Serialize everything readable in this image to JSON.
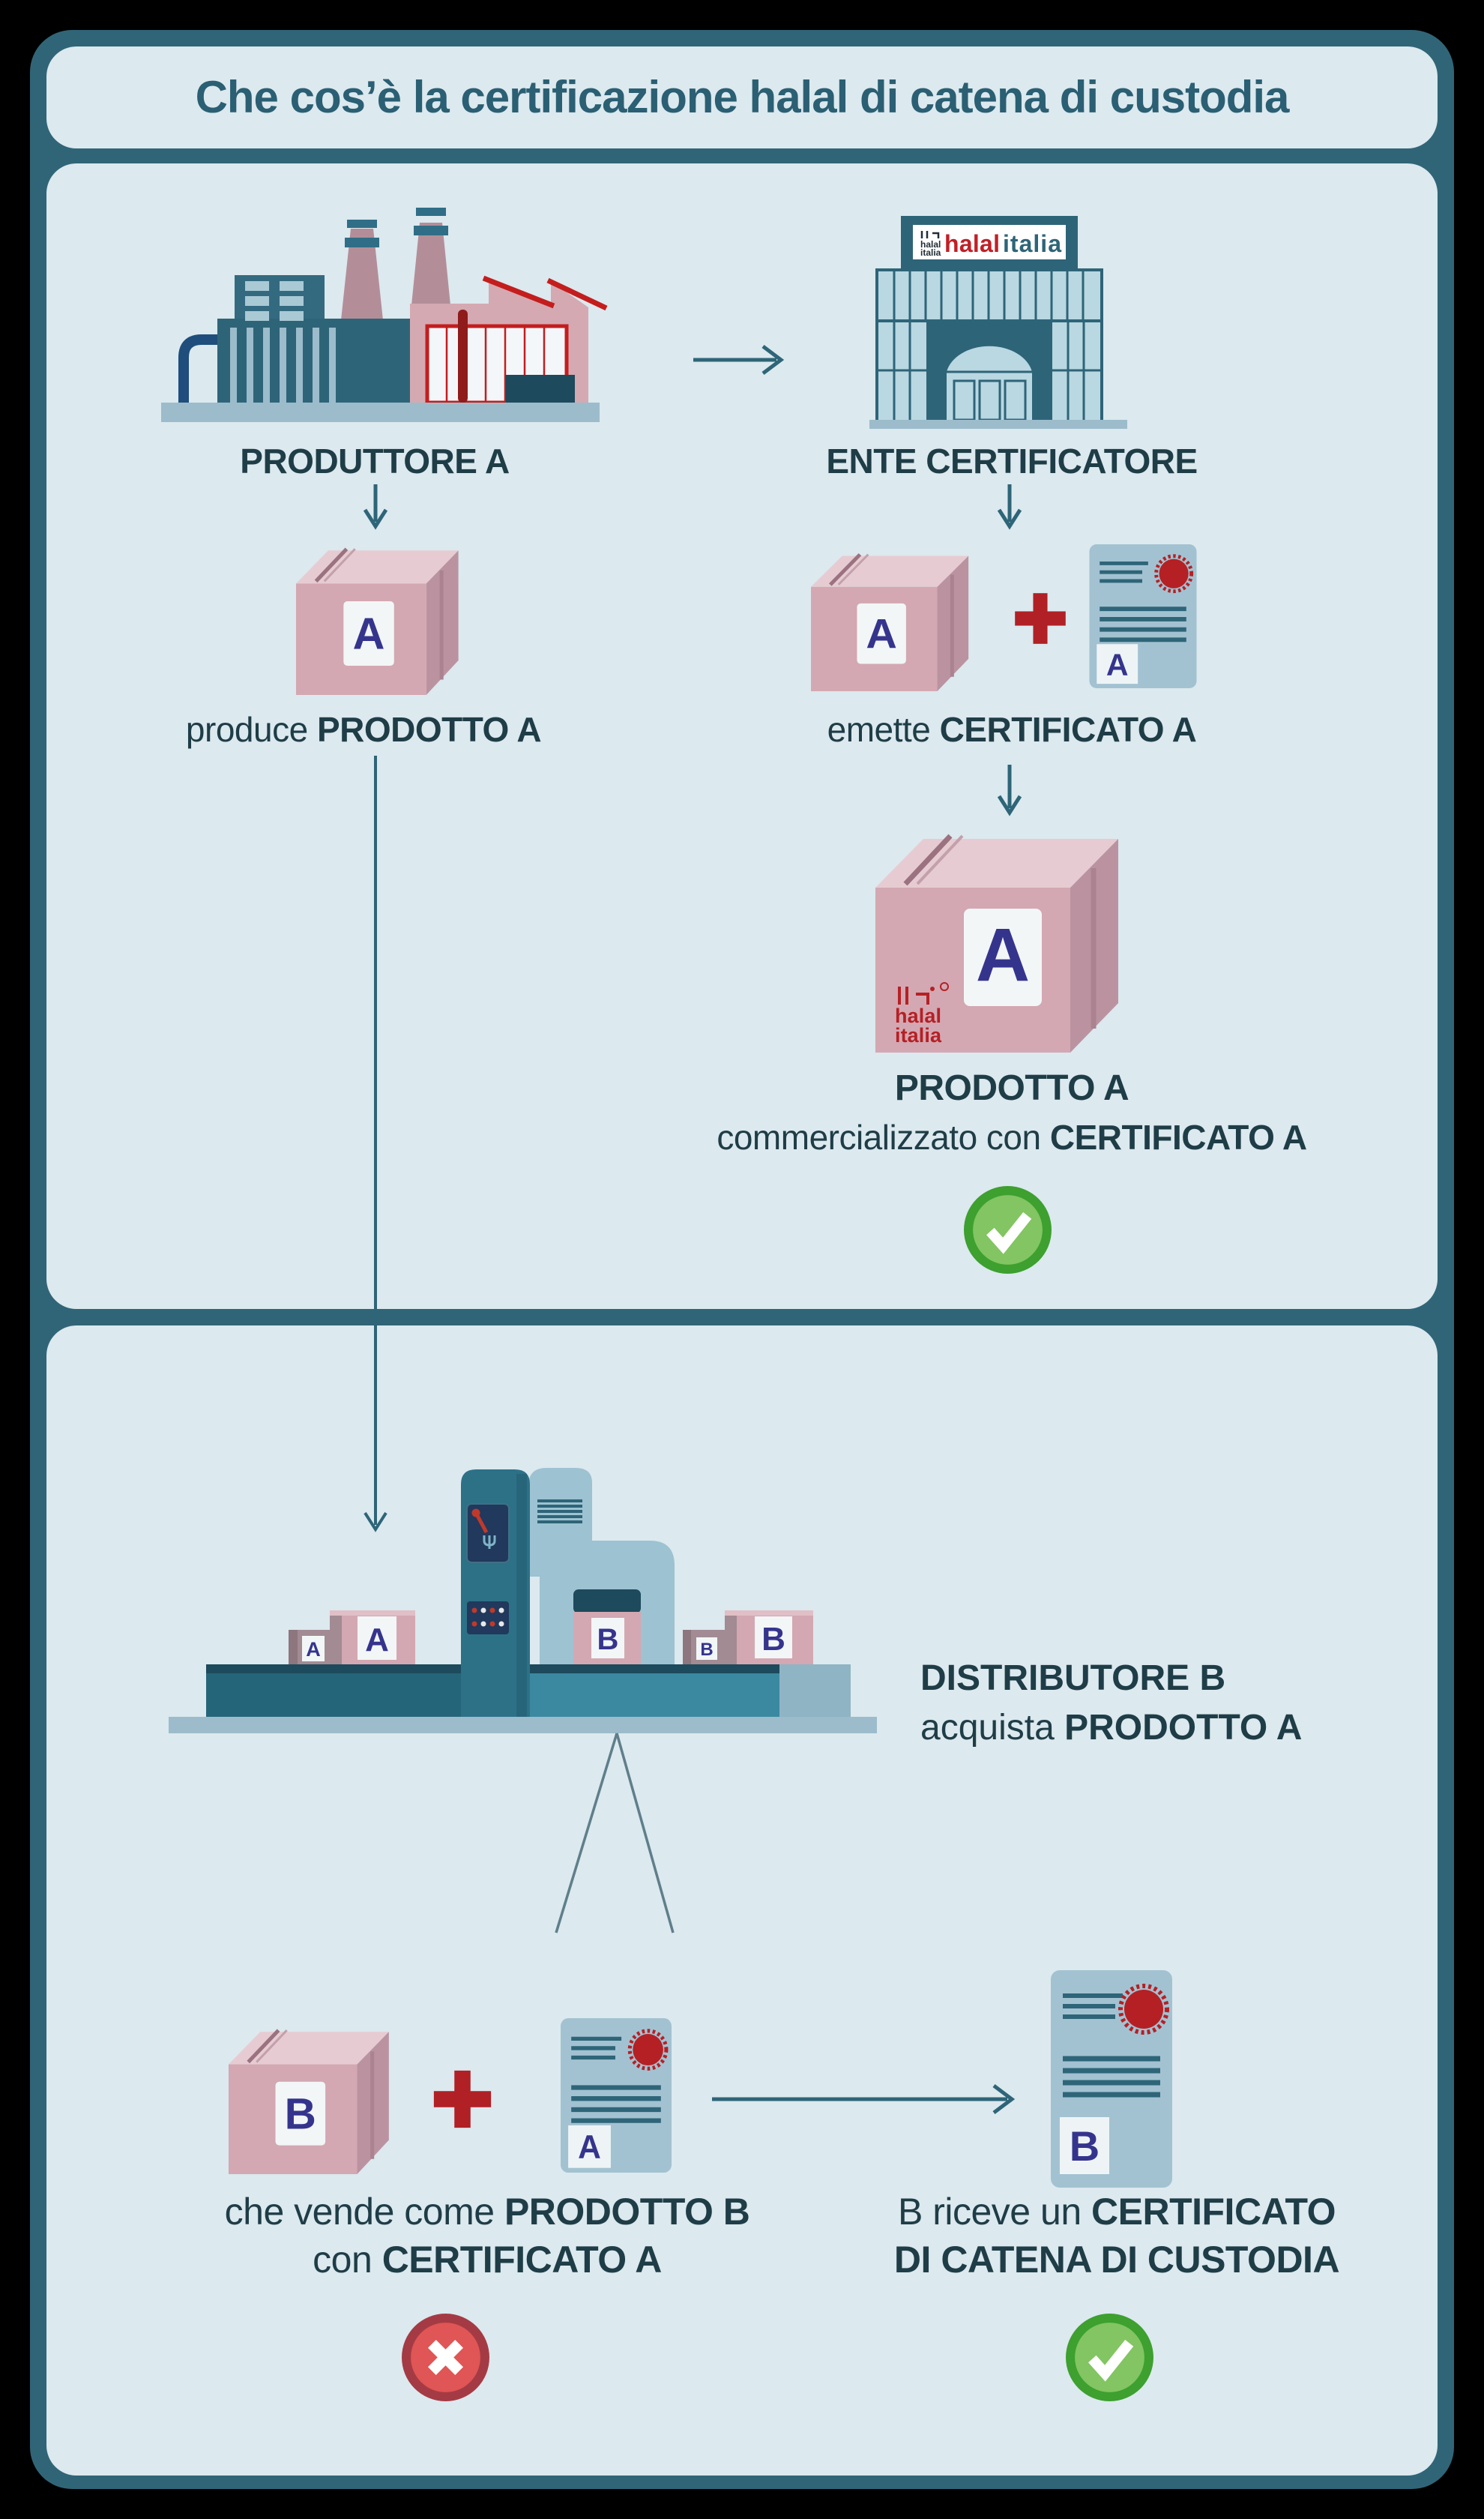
{
  "title": "Che cos’è la certificazione halal di catena di custodia",
  "brand": {
    "sign_red": "halal",
    "sign_teal": "italia",
    "mini_logo_line1": "halal",
    "mini_logo_line2": "italia"
  },
  "colors": {
    "background": "#000000",
    "frame_teal": "#306577",
    "panel_bg": "#dce9ee",
    "heading_text": "#2b5f73",
    "body_text": "#1f3d47",
    "arrow": "#2e6578",
    "box_pink": "#d3a8b2",
    "box_pink_top": "#e6ccd2",
    "box_pink_side": "#bb93a0",
    "box_mauve_dark": "#a28b93",
    "label_navy": "#35348d",
    "cert_bg": "#a3c2d1",
    "cert_line": "#2e6578",
    "seal_red": "#b52025",
    "plus_red": "#b02025",
    "halal_red": "#c02026",
    "roof_red": "#c41d1d",
    "pillar_dark_red": "#8f1b1b",
    "check_green_ring": "#3da02f",
    "check_green_fill": "#82c562",
    "cross_red_ring": "#a43b44",
    "cross_red_fill": "#e05555",
    "platform": "#9cbccb",
    "machine_teal": "#2d7187",
    "machine_light": "#9dc2d1",
    "belt_dark": "#1d4a5c"
  },
  "panel1": {
    "producer_label": "PRODUTTORE A",
    "certifier_label": "ENTE CERTIFICATORE",
    "produce_regular": "produce ",
    "produce_bold": "PRODOTTO A",
    "emette_regular": "emette ",
    "emette_bold": "CERTIFICATO A",
    "box_a_letter": "A",
    "emette_box_letter": "A",
    "cert_a_letter": "A",
    "big_box_letter": "A",
    "big_box_logo_line1": "halal",
    "big_box_logo_line2": "italia",
    "result_line1": "PRODOTTO A",
    "result_line2_regular": "commercializzato con ",
    "result_line2_bold": "CERTIFICATO A"
  },
  "panel2": {
    "distributor_line1": "DISTRIBUTORE B",
    "distributor_line2_regular": "acquista ",
    "distributor_line2_bold": "PRODOTTO A",
    "belt_letters": [
      "A",
      "A",
      "B",
      "B",
      "B"
    ],
    "box_b_letter": "B",
    "cert_a_letter": "A",
    "cert_b_letter": "B",
    "sell_line1_regular": "che vende come ",
    "sell_line1_bold": "PRODOTTO B",
    "sell_line2_regular": "con ",
    "sell_line2_bold": "CERTIFICATO A",
    "receive_line1_regular": "B riceve un ",
    "receive_line1_bold": "CERTIFICATO",
    "receive_line2_bold": "DI CATENA DI CUSTODIA"
  }
}
